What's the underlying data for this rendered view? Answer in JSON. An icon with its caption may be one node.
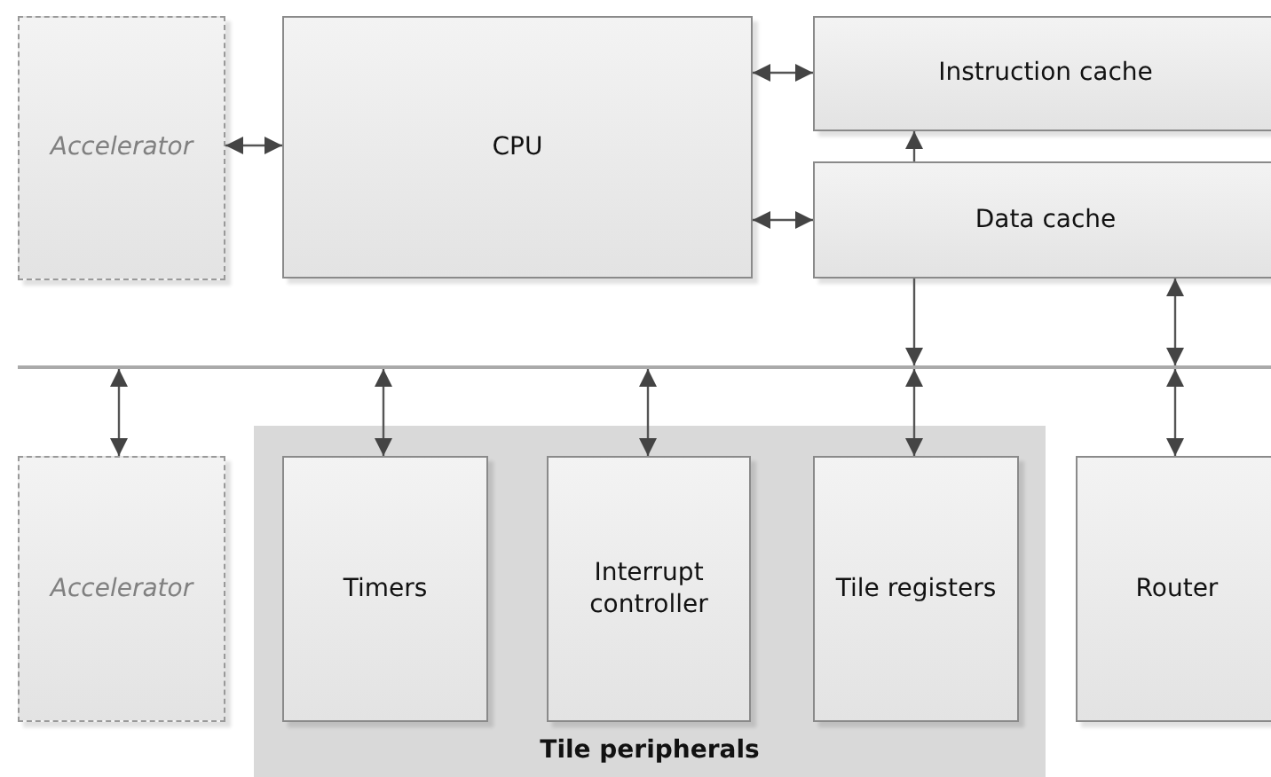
{
  "diagram": {
    "nodes": [
      {
        "text": [
          "Accelerator"
        ]
      },
      {
        "text": [
          "CPU"
        ]
      },
      {
        "text": [
          "Instruction cache"
        ]
      },
      {
        "text": [
          "Data cache"
        ]
      },
      {
        "text": [],
        "shape": "bar"
      },
      {
        "text": [
          "Accelerator"
        ]
      },
      {
        "text": [
          "Tile peripherals"
        ]
      },
      {
        "text": [
          "Timers"
        ],
        "in": 6
      },
      {
        "text": [
          "Interrupt controller"
        ],
        "in": 6
      },
      {
        "text": [
          "Tile registers"
        ],
        "in": 6
      },
      {
        "text": [
          "Router"
        ]
      }
    ],
    "edges": [
      {
        "from": 0,
        "to": 1,
        "arrow": "both"
      },
      {
        "from": 1,
        "to": 2,
        "arrow": "both"
      },
      {
        "from": 1,
        "to": 3,
        "arrow": "both"
      },
      {
        "from": 3,
        "to": 2,
        "arrow": "to"
      },
      {
        "from": 3,
        "to": 4,
        "arrow": "to"
      },
      {
        "from": 3,
        "to": 4,
        "arrow": "both"
      },
      {
        "from": 4,
        "to": 5,
        "arrow": "both"
      },
      {
        "from": 4,
        "to": 7,
        "arrow": "both"
      },
      {
        "from": 4,
        "to": 8,
        "arrow": "both"
      },
      {
        "from": 4,
        "to": 9,
        "arrow": "both"
      },
      {
        "from": 4,
        "to": 10,
        "arrow": "both"
      }
    ]
  }
}
